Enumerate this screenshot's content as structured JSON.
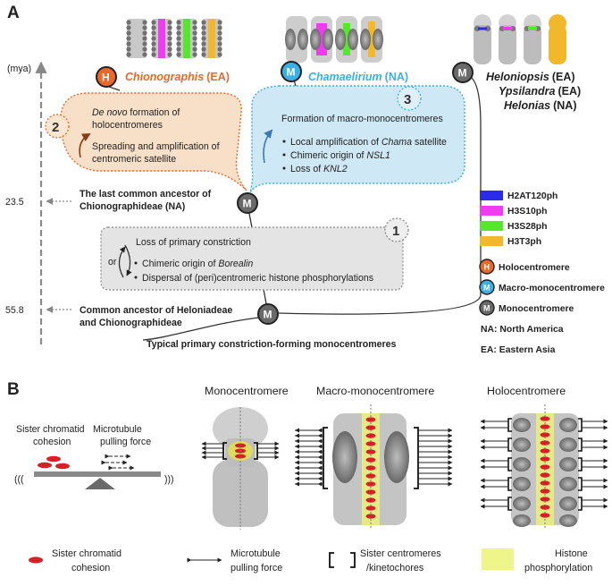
{
  "panels": {
    "a": "A",
    "b": "B"
  },
  "axis": {
    "unit": "(mya)",
    "tick1": "23.5",
    "tick2": "55.8"
  },
  "genera": {
    "chiono": {
      "name": "Chionographis",
      "region": "(EA)"
    },
    "chamae": {
      "name": "Chamaelirium",
      "region": "(NA)"
    },
    "helon1": {
      "name": "Heloniopsis",
      "region": "(EA)"
    },
    "helon2": {
      "name": "Ypsilandra",
      "region": "(EA)"
    },
    "helon3": {
      "name": "Helonias",
      "region": "(NA)"
    }
  },
  "nodes": {
    "holo": "H",
    "macro": "M",
    "mono": "M",
    "anc1": "M",
    "anc2": "M"
  },
  "bubble2": {
    "number": "2",
    "line1_italic": "De novo",
    "line1_rest": " formation of",
    "line2": "holocentromeres",
    "line3": "Spreading and amplification of",
    "line4": "centromeric satellite"
  },
  "bubble3": {
    "number": "3",
    "title": "Formation of macro-monocentromeres",
    "b1_pre": "Local amplification of ",
    "b1_it": "Chama",
    "b1_post": " satellite",
    "b2_pre": "Chimeric origin of ",
    "b2_it": "NSL1",
    "b3_pre": "Loss of ",
    "b3_it": "KNL2"
  },
  "box1": {
    "number": "1",
    "title": "Loss of primary constriction",
    "or": "or",
    "b1_pre": "Chimeric origin of ",
    "b1_it": "Borealin",
    "b2": "Dispersal of (peri)centromeric histone phosphorylations"
  },
  "ancestors": {
    "a1_line1": "The last common ancestor of",
    "a1_line2": "Chionographideae (NA)",
    "a2_line1": "Common ancestor of Heloniadeae",
    "a2_line2": "and Chionographideae",
    "base": "Typical primary constriction-forming monocentromeres"
  },
  "legend": {
    "items": [
      {
        "label": "H2AT120ph",
        "color": "#2a2ae8"
      },
      {
        "label": "H3S10ph",
        "color": "#f03cf0"
      },
      {
        "label": "H3S28ph",
        "color": "#55e82a"
      },
      {
        "label": "H3T3ph",
        "color": "#f0b82a"
      }
    ],
    "holo": "Holocentromere",
    "macro": "Macro-monocentromere",
    "mono": "Monocentromere",
    "na": "NA: North America",
    "ea": "EA: Eastern Asia"
  },
  "panelB": {
    "mono_title": "Monocentromere",
    "macro_title": "Macro-monocentromere",
    "holo_title": "Holocentromere",
    "cohesion1": "Sister chromatid",
    "cohesion2": "cohesion",
    "pull1": "Microtubule",
    "pull2": "pulling force",
    "left_paren": "(((",
    "right_paren": ")))"
  },
  "legendB": {
    "cohesion1": "Sister chromatid",
    "cohesion2": "cohesion",
    "pull1": "Microtubule",
    "pull2": "pulling force",
    "kine1": "Sister centromeres",
    "kine2": "/kinetochores",
    "histone1": "Histone",
    "histone2": "phosphorylation"
  },
  "colors": {
    "holo": "#e8692a",
    "macro": "#3ab0e6",
    "mono": "#6a6a6a",
    "cohesion_red": "#d81f26",
    "bubble2_fill": "#f8e0c8",
    "bubble3_fill": "#cfe8f5",
    "box1_fill": "#e4e4e4"
  }
}
